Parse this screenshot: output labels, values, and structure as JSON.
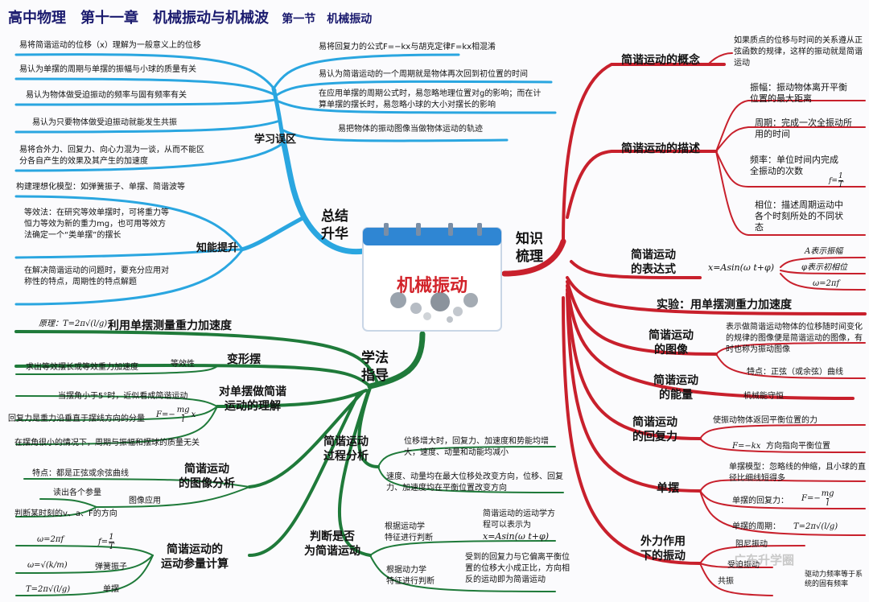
{
  "header": {
    "title": "高中物理　第十一章　机械振动与机械波",
    "section": "第一节　机械振动"
  },
  "center": {
    "label": "机械振动"
  },
  "colors": {
    "red": "#c8202c",
    "blue": "#2aa6e0",
    "green": "#1f7a3a",
    "title": "#1a1a6e"
  },
  "hubs": {
    "summary": "总结\n升华",
    "knowledge": "知识\n梳理",
    "method": "学法\n指导"
  },
  "blue": {
    "misconception": {
      "label": "学习误区",
      "items": [
        "易将简谐运动的位移（x）理解为一般意义上的位移",
        "易认为单摆的周期与单摆的振幅与小球的质量有关",
        "易认为物体做受迫振动的频率与固有频率有关",
        "易认为只要物体做受迫振动就能发生共振",
        "易将合外力、回复力、向心力混为一谈，从而不能区分各自产生的效果及其产生的加速度",
        "易将回复力的公式F=−kx与胡克定律F=kx相混淆",
        "易认为简谐运动的一个周期就是物体再次回到初位置的时间",
        "在应用单摆的周期公式时，易忽略地理位置对g的影响；而在计算单摆的摆长时，易忽略小球的大小对摆长的影响",
        "易把物体的振动图像当做物体运动的轨迹"
      ]
    },
    "ability": {
      "label": "知能提升",
      "items": [
        "构建理想化模型：如弹簧振子、单摆、简谐波等",
        "等效法：在研究等效单摆时，可将重力等恒力等效为新的重力mg，也可用等效方法确定一个“类单摆”的摆长",
        "在解决简谐运动的问题时，要充分应用对称性的特点，周期性的特点解题"
      ]
    }
  },
  "red": {
    "concept": {
      "label": "简谐运动的概念",
      "text": "如果质点的位移与时间的关系遵从正弦函数的规律，这样的振动就是简谐运动"
    },
    "description": {
      "label": "简谐运动的描述",
      "items": [
        "振幅：振动物体离开平衡位置的最大距离",
        "周期：完成一次全振动所用的时间",
        "频率：单位时间内完成全振动的次数",
        "相位：描述周期运动中各个时刻所处的不同状态"
      ],
      "f_lhs": "f=",
      "f_num": "1",
      "f_den": "T"
    },
    "expression": {
      "label": "简谐运动\n的表达式",
      "formula": "x=Asin(ω t+φ)",
      "items": [
        "A表示振幅",
        "φ表示初相位",
        "ω=2πf"
      ]
    },
    "experiment": {
      "label": "实验：用单摆测重力加速度"
    },
    "graph": {
      "label": "简谐运动\n的图像",
      "text": "表示做简谐运动物体的位移随时间变化的规律的图像便是简谐运动的图像，有时也称为振动图像",
      "feature": "特点：正弦（或余弦）曲线"
    },
    "energy": {
      "label": "简谐运动\n的能量",
      "text": "机械能守恒"
    },
    "restoring": {
      "label": "简谐运动\n的回复力",
      "text": "使振动物体返回平衡位置的力",
      "formula": "F=−kx",
      "formula_note": "方向指向平衡位置"
    },
    "pendulum": {
      "label": "单摆",
      "model": "单摆模型：忽略线的伸缩，且小球的直径比细线短得多",
      "restoring_label": "单摆的回复力：",
      "restoring_lhs": "F=−",
      "restoring_num": "mg",
      "restoring_den": "l",
      "period_label": "单摆的周期：",
      "period_formula": "T=2π√(l/g)"
    },
    "forced": {
      "label": "外力作用\n下的振动",
      "items": [
        "阻尼振动",
        "受迫振动",
        "共振"
      ],
      "note": "驱动力频率等于系统的固有频率"
    }
  },
  "green": {
    "experiment": {
      "principle": "原理：T=2π√(l/g)",
      "label": "利用单摆测量重力加速度"
    },
    "deformed": {
      "label": "变形摆",
      "equiv": "等效性",
      "text": "求出等效摆长或等效重力加速度"
    },
    "understanding": {
      "label": "对单摆做简谐\n运动的理解",
      "items": [
        "当摆角小于5°时，近似看成简谐运动",
        "回复力是重力沿垂直于摆线方向的分量",
        "在摆角很小的情况下，周期与振幅和摆球的质量无关"
      ],
      "f_lhs": "F=−",
      "f_num": "mg",
      "f_den": "l",
      "f_tail": "x"
    },
    "graph_analysis": {
      "label": "简谐运动\n的图像分析",
      "feature": "特点：都是正弦或余弦曲线",
      "apply": "图像应用",
      "items": [
        "读出各个参量",
        "判断某时刻的v、a、F的方向"
      ]
    },
    "params": {
      "label": "简谐运动的\n运动参量计算",
      "omega": "ω=2πf",
      "f_lhs": "f=",
      "f_num": "1",
      "f_den": "T",
      "spring_formula": "ω=√(k/m)",
      "spring": "弹簧振子",
      "pend_formula": "T=2π√(l/g)",
      "pend": "单摆"
    },
    "process": {
      "label": "简谐运动\n过程分析",
      "items": [
        "位移增大时，回复力、加速度和势能均增大，速度、动量和动能均减小",
        "速度、动量均在最大位移处改变方向，位移、回复力、加速度均在平衡位置改变方向"
      ]
    },
    "judge": {
      "label": "判断是否\n为简谐运动",
      "kin": "根据运动学\n特征进行判断",
      "kin_text": "简谐运动的运动学方程可以表示为",
      "kin_formula": "x=Asin(ω t+φ)",
      "dyn": "根据动力学\n特征进行判断",
      "dyn_text": "受到的回复力与它偏离平衡位置的位移大小成正比，方向相反的运动即为简谐运动"
    }
  },
  "watermark": "广东升学圈"
}
